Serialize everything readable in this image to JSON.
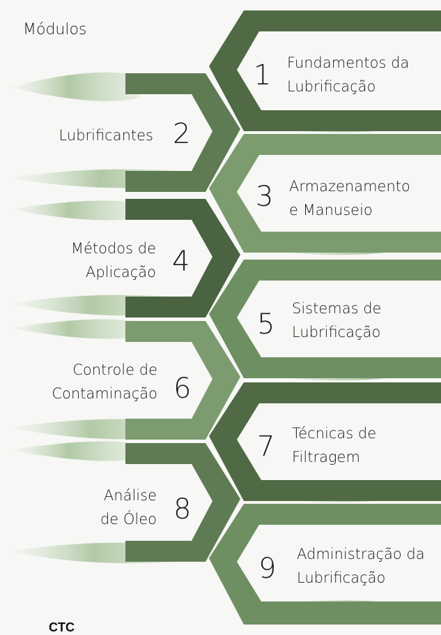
{
  "title": "Módulos",
  "footer_text": "CTC",
  "colors": {
    "dark_green": "#4f6a45",
    "mid_green": "#6e8f62",
    "light_green": "#a3bc97",
    "band_pale": "#c9dcc2",
    "background": "#f7f7f5"
  },
  "modules": [
    {
      "number": "1",
      "line1": "Fundamentos da",
      "line2": "Lubrificação"
    },
    {
      "number": "2",
      "line1": "Lubrificantes",
      "line2": ""
    },
    {
      "number": "3",
      "line1": "Armazenamento",
      "line2": "e Manuseio"
    },
    {
      "number": "4",
      "line1": "Métodos de",
      "line2": "Aplicação"
    },
    {
      "number": "5",
      "line1": "Sistemas de",
      "line2": "Lubrificação"
    },
    {
      "number": "6",
      "line1": "Controle de",
      "line2": "Contaminação"
    },
    {
      "number": "7",
      "line1": "Técnicas de",
      "line2": "Filtragem"
    },
    {
      "number": "8",
      "line1": "Análise",
      "line2": "de Óleo"
    },
    {
      "number": "9",
      "line1": "Administração da",
      "line2": "Lubrificação"
    }
  ]
}
